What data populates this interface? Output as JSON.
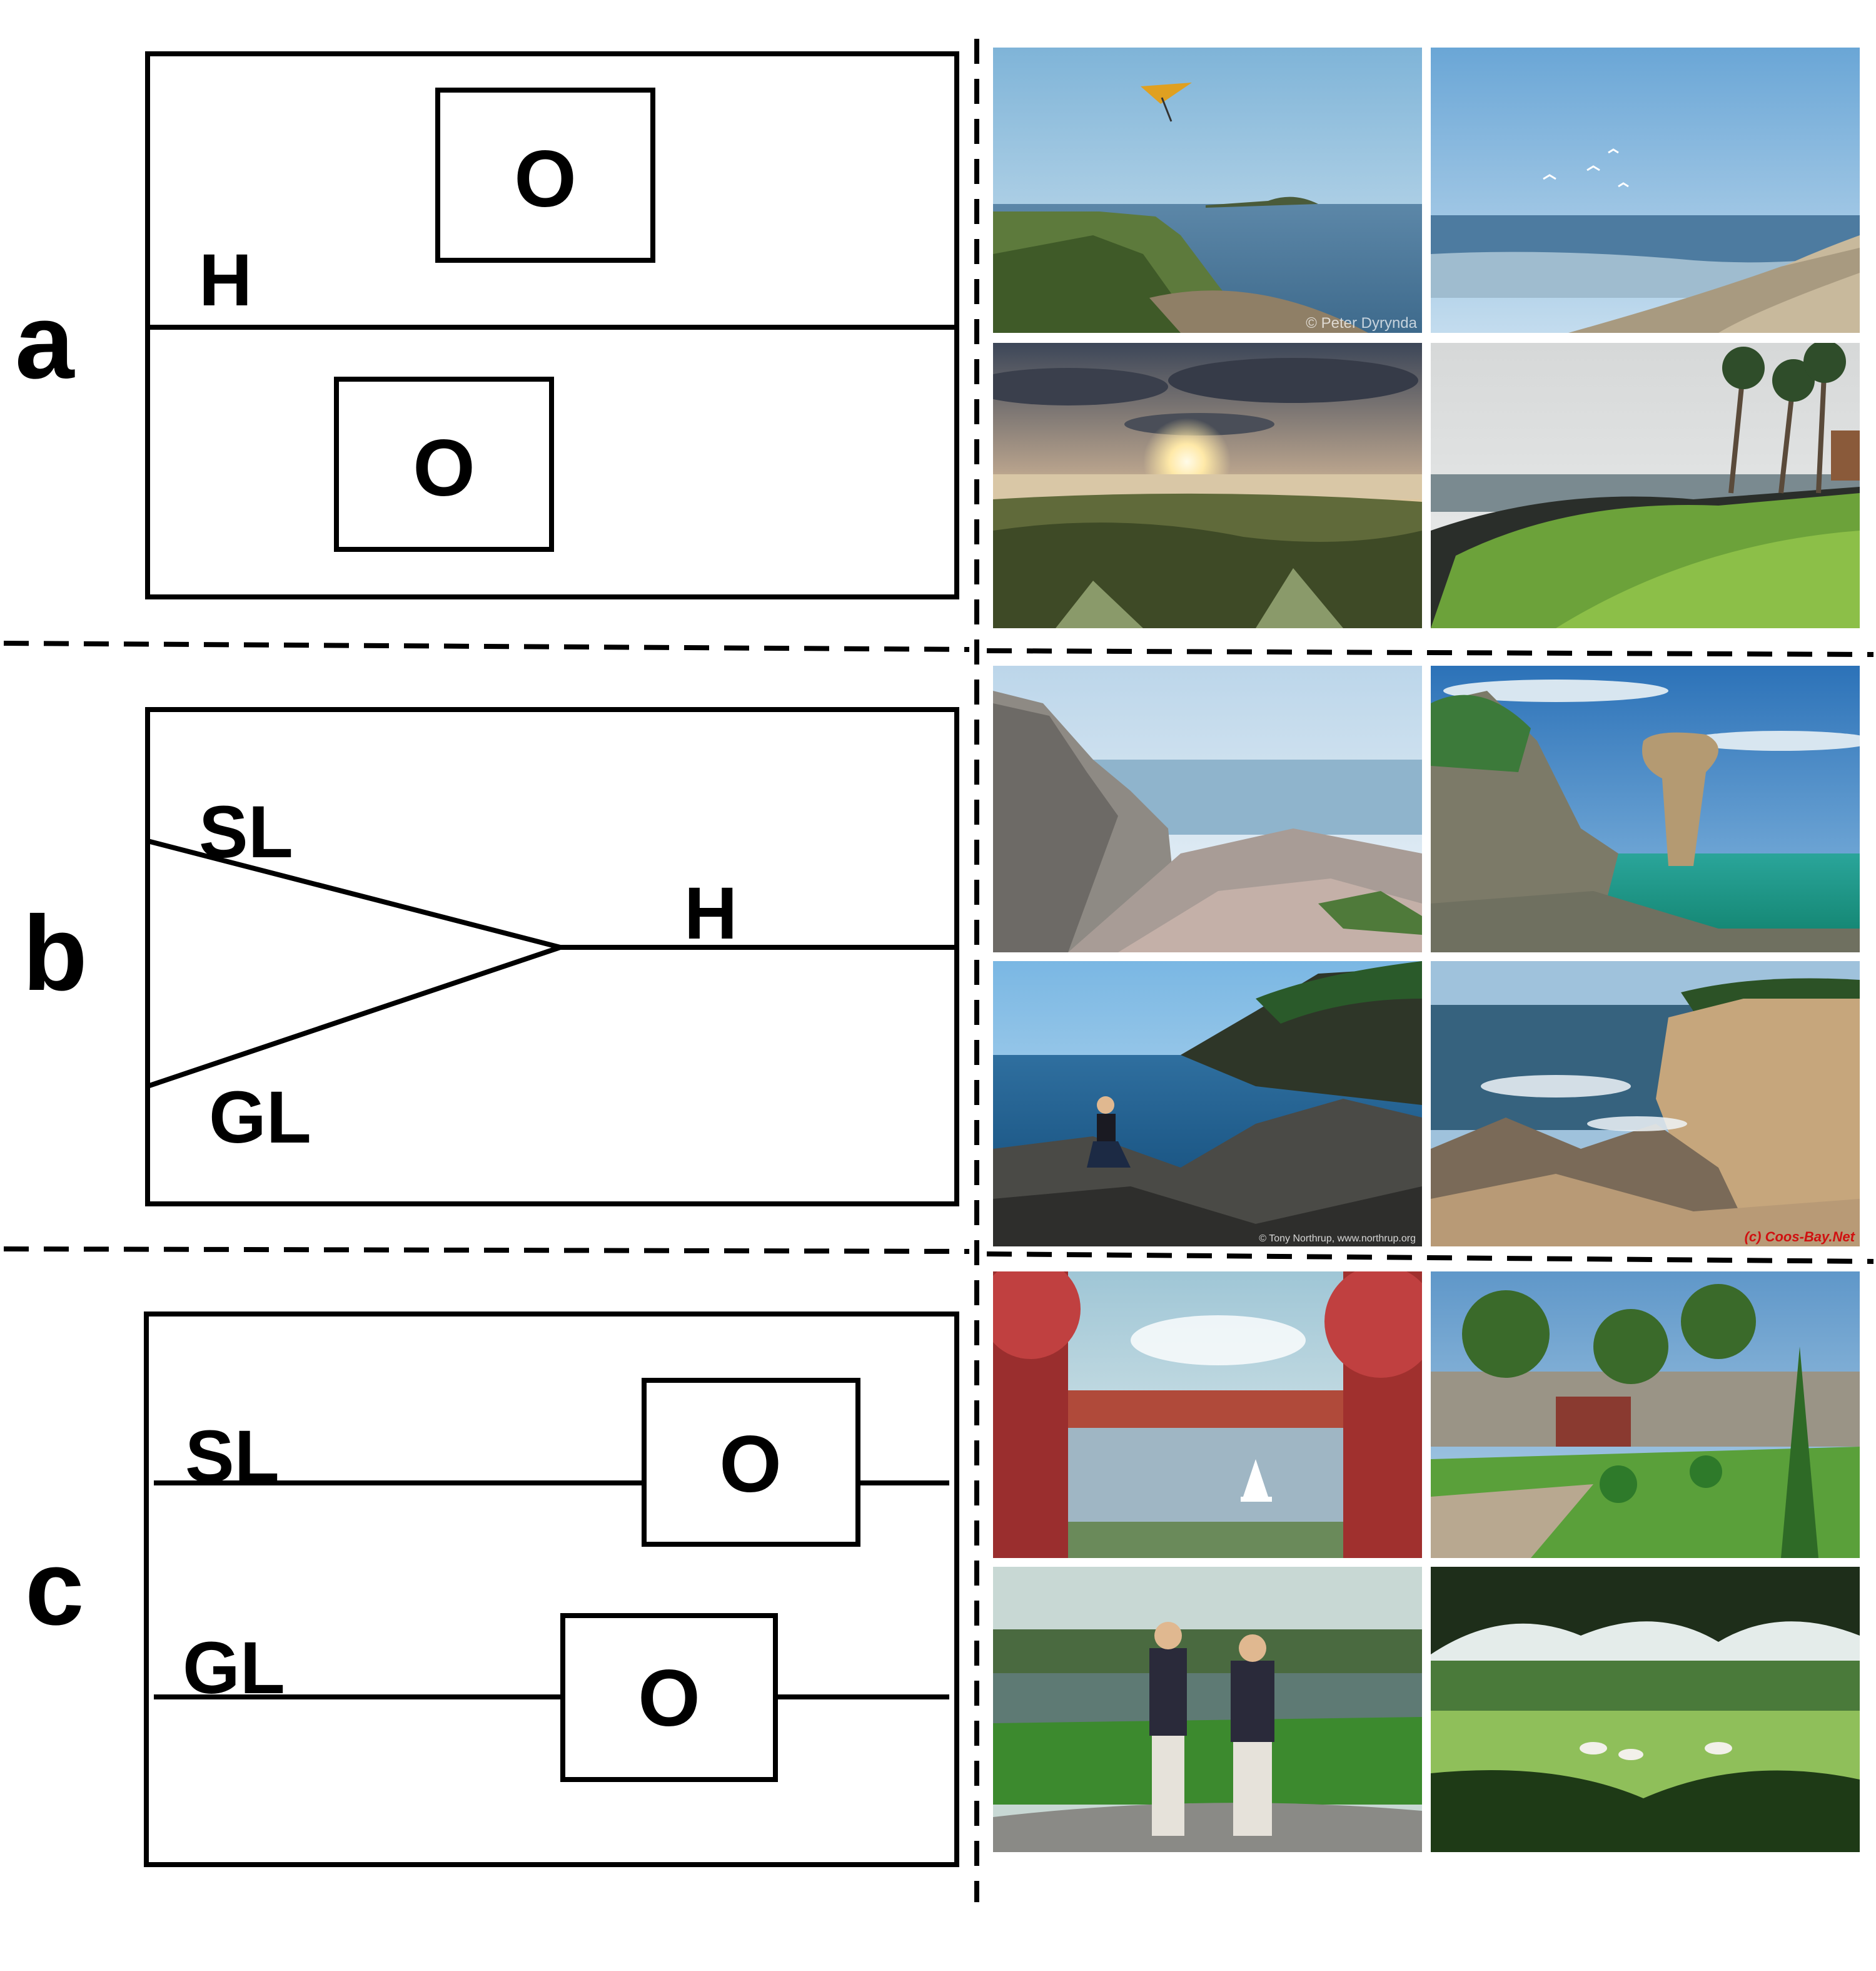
{
  "rows": [
    {
      "id": "a",
      "label": "a",
      "line_labels": {
        "h": "H"
      },
      "boxes": [
        "O",
        "O"
      ],
      "photos": [
        {
          "subject": "coast-headland-hang-glider",
          "credit": "© Peter Dyrynda"
        },
        {
          "subject": "beach-with-birds"
        },
        {
          "subject": "sunset-beach-dunes"
        },
        {
          "subject": "tropical-coast-palms"
        }
      ]
    },
    {
      "id": "b",
      "label": "b",
      "line_labels": {
        "sl": "SL",
        "h": "H",
        "gl": "GL"
      },
      "boxes": [],
      "photos": [
        {
          "subject": "rocky-cliff-shore"
        },
        {
          "subject": "sea-stack-green-water"
        },
        {
          "subject": "rocky-shore-person",
          "credit": "© Tony Northrup, www.northrup.org"
        },
        {
          "subject": "layered-rock-cliffs",
          "credit": "(c) Coos-Bay.Net"
        }
      ]
    },
    {
      "id": "c",
      "label": "c",
      "line_labels": {
        "sl": "SL",
        "gl": "GL"
      },
      "boxes": [
        "O",
        "O"
      ],
      "photos": [
        {
          "subject": "lake-sailboat-trees"
        },
        {
          "subject": "garden-with-gate"
        },
        {
          "subject": "two-people-walking-park"
        },
        {
          "subject": "meadow-through-trees"
        }
      ]
    }
  ],
  "colors": {
    "line": "#000000",
    "background": "#ffffff"
  }
}
